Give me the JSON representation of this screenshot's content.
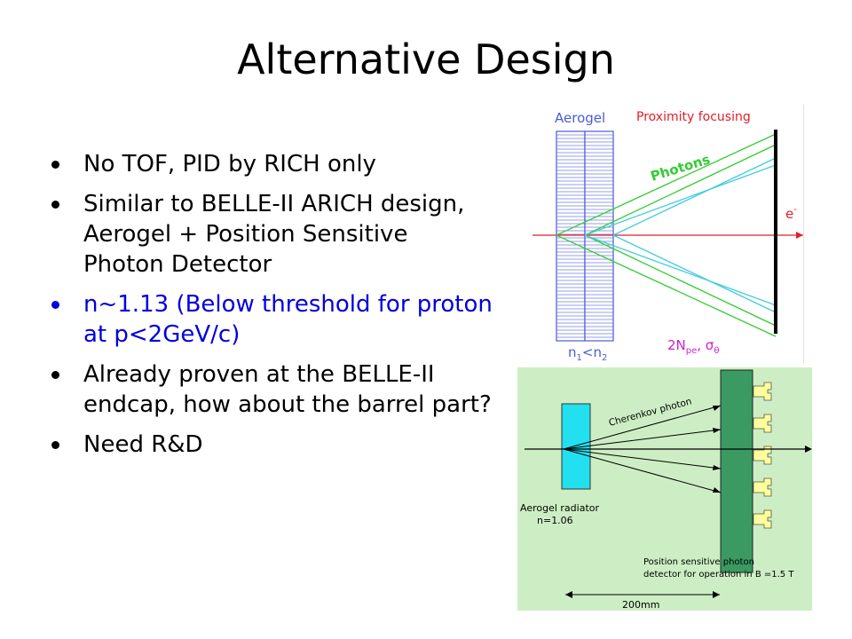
{
  "slide": {
    "title": "Alternative Design",
    "bullets": [
      {
        "text": "No TOF, PID by RICH only",
        "color": "black"
      },
      {
        "text": "Similar to BELLE-II ARICH design, Aerogel + Position Sensitive Photon Detector",
        "color": "black"
      },
      {
        "text": "n~1.13 (Below threshold for proton at p<2GeV/c)",
        "color": "blue"
      },
      {
        "text": "Already proven at the BELLE-II endcap, how about the barrel part?",
        "color": "black"
      },
      {
        "text": "Need R&D",
        "color": "black"
      }
    ]
  },
  "figure_top": {
    "aerogel_label": "Aerogel",
    "proximity_label": "Proximity focusing",
    "photons_label": "Photons",
    "electron_label": "e",
    "electron_sup": "-",
    "n_label": "n",
    "n_sub1": "1",
    "n_lt": "<n",
    "n_sub2": "2",
    "npe_prefix": "2N",
    "npe_sub": "pe",
    "sigma_text": ", σ",
    "sigma_sub": "θ",
    "colors": {
      "blue_label": "#4a5bd6",
      "red_label": "#e0202a",
      "green": "#33cc33",
      "cyan": "#44ccdd"
    }
  },
  "figure_bottom": {
    "cherenkov_label": "Cherenkov photon",
    "aerogel_radiator_label": "Aerogel radiator",
    "n_value_label": "n=1.06",
    "detector_line1": "Position sensitive photon",
    "detector_line2": "detector for operation in  B =1.5 T",
    "distance_label": "200mm",
    "colors": {
      "background": "#cdeec4",
      "radiator": "#22e0f0",
      "detector": "#3a9a62",
      "sensors": "#ffff9a"
    }
  }
}
